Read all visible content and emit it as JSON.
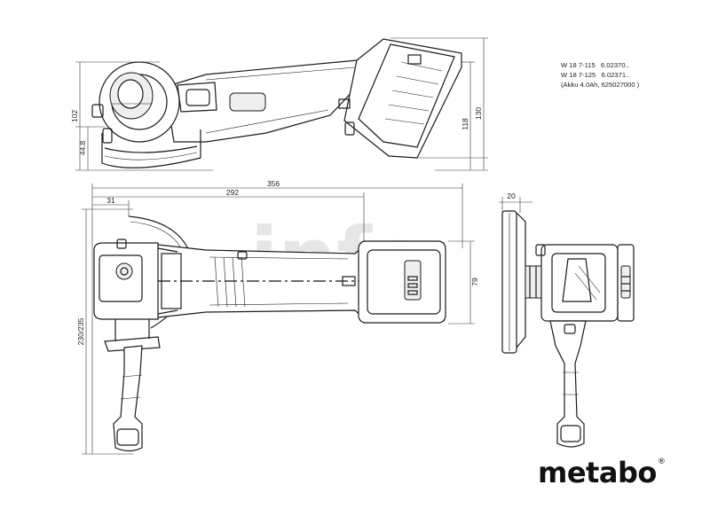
{
  "watermark": "info",
  "models": [
    {
      "code": "W 18 7-115",
      "number": "6.02370.."
    },
    {
      "code": "W 18 7-125",
      "number": "6.02371.."
    }
  ],
  "battery_note": "(Akku 4.0Ah, 625027000 )",
  "dimensions": {
    "d102": "102",
    "d448": "44.8",
    "d118": "118",
    "d130": "130",
    "d356": "356",
    "d292": "292",
    "d31": "31",
    "d79": "79",
    "d230": "230/235",
    "d20": "20"
  },
  "brand": {
    "name": "metabo",
    "mark": "®"
  }
}
